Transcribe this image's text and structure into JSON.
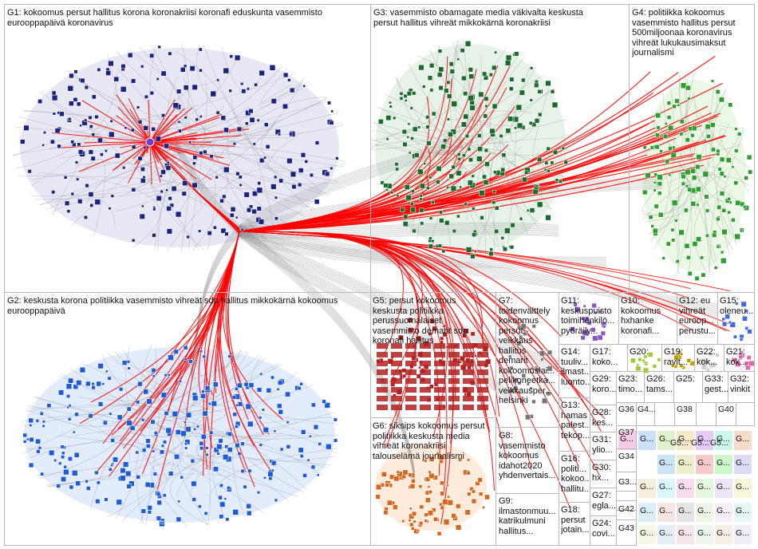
{
  "graph": {
    "colors": {
      "edge_red": "#ff0000",
      "edge_gray": "#8a8a8a",
      "panel_border": "#b9b9b9",
      "g1_node": "#1a237e",
      "g1_halo": "#c9cde6",
      "g2_node": "#1e5cd6",
      "g2_halo": "#cfe0fb",
      "g3_node": "#1b6b2c",
      "g3_halo": "#d3ead6",
      "g4_node": "#2f9e2f",
      "g4_halo": "#d9f2d0",
      "g5_node": "#b22222",
      "g6_node": "#d2691e",
      "g7_node": "#777777",
      "g11_node": "#8a55c8",
      "g20_node": "#9acd32",
      "g19_node": "#c0a000",
      "g22_node": "#cccccc",
      "g21_node": "#e066aa",
      "g15_node": "#4169e1"
    },
    "groups": [
      {
        "id": "g1",
        "label": "G1: kokoomus persut hallitus korona koronakriisi koronafi eduskunta vasemmisto\neurooppapäivä koronavirus"
      },
      {
        "id": "g2",
        "label": "G2: keskusta korona politiikka vasemmisto vihreät sdp hallitus mikkokärnä kokoomus\neurooppapäivä"
      },
      {
        "id": "g3",
        "label": "G3: vasemmisto obamagate media väkivalta keskusta\npersut hallitus vihreät mikkokärnä koronakriisi"
      },
      {
        "id": "g4",
        "label": "G4: politiikka kokoomus\nvasemmisto hallitus persut\n500miljoonaa koronavirus\nvihreät lukukausimaksut\njournalismi"
      },
      {
        "id": "g5",
        "label": "G5: persut kokoomus\nkeskusta politiikka\nperussuomalaiset\nvasemmisto demarit sdp\nkoronafi hallitus"
      },
      {
        "id": "g6",
        "label": "G6: siksips kokoomus persut\npolitiikka keskusta media\nvihreät koronakriisi\ntalouselämä journalismi"
      },
      {
        "id": "g7",
        "label": "G7:\ntoidenvälttely\nkokoomus\npersut\nveikkaus\nhallitus\ndemarit\nkokoomuslai...\npelikoneetka...\nveikkausper...\nhelsinki"
      },
      {
        "id": "g8",
        "label": "G8:\nvasemmisto\nkokoomus\nidahot2020\nyhdenvertais..."
      },
      {
        "id": "g9",
        "label": "G9:\nilmastonmuu...\nkatrikulmuni\nhallitus..."
      },
      {
        "id": "g10",
        "label": "G10:\nkokoomus\nhxhanke\nkoronafi..."
      },
      {
        "id": "g11",
        "label": "G11:\nkeskuspuisto\ntoimihenkilö...\npyöräily..."
      },
      {
        "id": "g12",
        "label": "G12: eu\nvihreät\neuroop...\nperustu..."
      },
      {
        "id": "g13",
        "label": "G13:\nhamas\npalest...\ntekop..."
      },
      {
        "id": "g14",
        "label": "G14:\ntuuliv...\nilmast...\nluonto..."
      },
      {
        "id": "g15",
        "label": "G15:\noleneu..."
      },
      {
        "id": "g16",
        "label": "G16:\npoliti...\nkokoo...\nhallitu..."
      },
      {
        "id": "g17",
        "label": "G17:\nkoko..."
      },
      {
        "id": "g18",
        "label": "G18:\npersut\njotain..."
      },
      {
        "id": "g19",
        "label": "G19:\nravit..."
      },
      {
        "id": "g20",
        "label": "G20:"
      },
      {
        "id": "g21",
        "label": "G21:\nkok..."
      },
      {
        "id": "g22",
        "label": "G22:\nkok..."
      },
      {
        "id": "g23",
        "label": "G23:\ntimo..."
      },
      {
        "id": "g24",
        "label": "G24:\ncovi..."
      },
      {
        "id": "g25",
        "label": "G25:"
      },
      {
        "id": "g26",
        "label": "G26:\ntams..."
      },
      {
        "id": "g27",
        "label": "G27:\negla..."
      },
      {
        "id": "g28",
        "label": "G28:\nkes..."
      },
      {
        "id": "g29",
        "label": "G29:\nkoro..."
      },
      {
        "id": "g30",
        "label": "G30:\nhx..."
      },
      {
        "id": "g31",
        "label": "G31:\nylio..."
      },
      {
        "id": "g32",
        "label": "G32:\nvinkit"
      },
      {
        "id": "g33",
        "label": "G33:\ngest..."
      },
      {
        "id": "g34",
        "label": "G34"
      },
      {
        "id": "g36",
        "label": "G36"
      },
      {
        "id": "g37",
        "label": "G37"
      },
      {
        "id": "g38",
        "label": "G38"
      },
      {
        "id": "g40",
        "label": "G40"
      },
      {
        "id": "g42",
        "label": "G42"
      },
      {
        "id": "g43",
        "label": "G43"
      },
      {
        "id": "g4b",
        "label": "G4..."
      },
      {
        "id": "g3b",
        "label": "G3..."
      },
      {
        "id": "g5b",
        "label": "G5..."
      },
      {
        "id": "g5c",
        "label": "G5..."
      },
      {
        "id": "g5d",
        "label": "G5..."
      },
      {
        "id": "gtiny",
        "label": "G..."
      }
    ]
  }
}
